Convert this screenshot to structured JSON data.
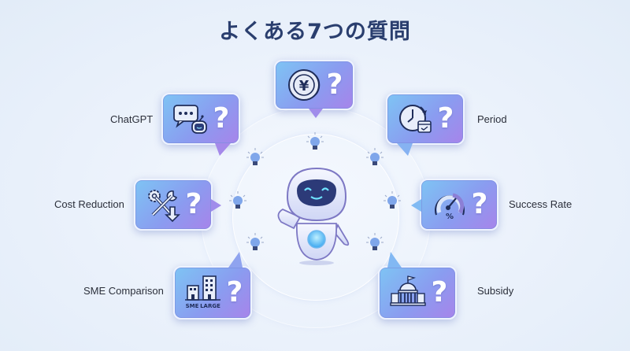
{
  "header": {
    "title": "よくある7つの質問"
  },
  "center": {
    "mascot": "robot-mascot"
  },
  "questions": [
    {
      "id": "cost",
      "label": "",
      "icon": "yen-coin-icon",
      "mark": "?"
    },
    {
      "id": "chatgpt",
      "label": "ChatGPT",
      "icon": "chat-robot-icon",
      "mark": "?"
    },
    {
      "id": "period",
      "label": "Period",
      "icon": "clock-calendar-icon",
      "mark": "?"
    },
    {
      "id": "cost-reduction",
      "label": "Cost Reduction",
      "icon": "tools-down-arrow-icon",
      "mark": "?"
    },
    {
      "id": "success-rate",
      "label": "Success Rate",
      "icon": "gauge-percent-icon",
      "mark": "?",
      "icon_text": "%"
    },
    {
      "id": "sme-comparison",
      "label": "SME Comparison",
      "icon": "buildings-icon",
      "mark": "?",
      "icon_text_1": "SME",
      "icon_text_2": "LARGE"
    },
    {
      "id": "subsidy",
      "label": "Subsidy",
      "icon": "government-building-icon",
      "mark": "?"
    }
  ],
  "yen_symbol": "¥",
  "colors": {
    "title": "#2a3e6e",
    "bubble_start": "#7ec4f4",
    "bubble_end": "#a784ea",
    "icon_stroke": "#1f2d5a"
  }
}
